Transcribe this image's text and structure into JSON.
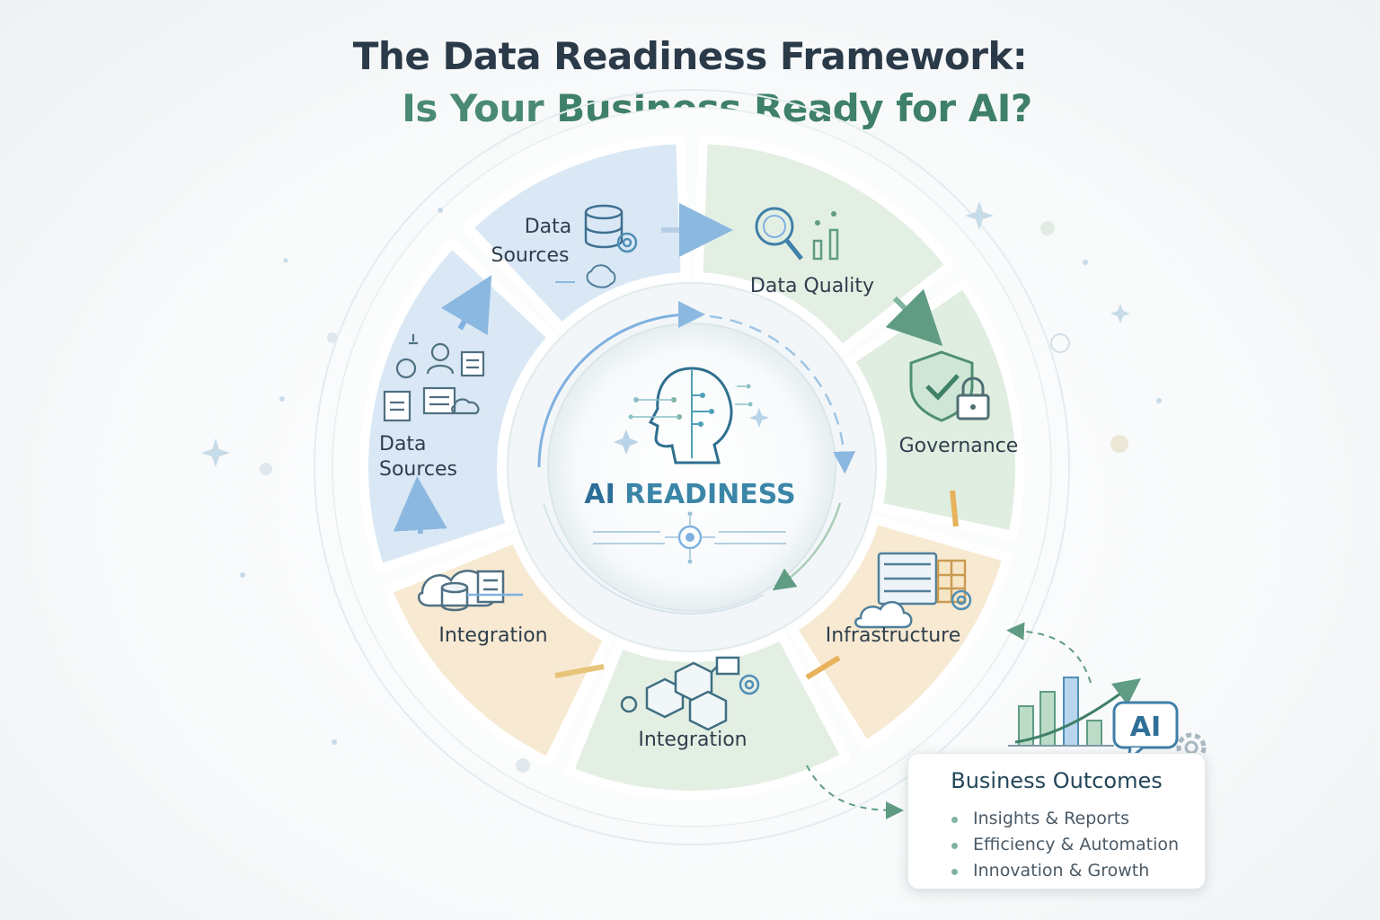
{
  "header": {
    "title_line1_a": "The ",
    "title_line1_b": "Data Readiness",
    "title_line1_c": " Framework:",
    "title_line2_a": "Is Your ",
    "title_line2_b": "Business Ready for AI?"
  },
  "segments": [
    {
      "id": "data-sources-top",
      "line1": "Data",
      "line2": "Sources",
      "color": "#cfe2f3"
    },
    {
      "id": "data-quality",
      "line1": "Data Quality",
      "line2": "",
      "color": "#dcebdc"
    },
    {
      "id": "governance",
      "line1": "Governance",
      "line2": "",
      "color": "#d6e9d7"
    },
    {
      "id": "infrastructure",
      "line1": "Infrastructure",
      "line2": "",
      "color": "#f6e3c4"
    },
    {
      "id": "integration-bottom",
      "line1": "Integration",
      "line2": "",
      "color": "#dcebdc"
    },
    {
      "id": "integration-left",
      "line1": "Integration",
      "line2": "",
      "color": "#f6e3c4"
    },
    {
      "id": "data-sources-left",
      "line1": "Data",
      "line2": "Sources",
      "color": "#cfe2f3"
    }
  ],
  "center": {
    "label_a": "AI ",
    "label_b": "READINESS"
  },
  "ai_badge": "AI",
  "outcomes": {
    "title": "Business Outcomes",
    "items": [
      "Insights & Reports",
      "Efficiency & Automation",
      "Innovation & Growth"
    ]
  },
  "colors": {
    "blue": "#5b9bd5",
    "green": "#7fb39f",
    "orange": "#e7b25a",
    "dark": "#2b3a48",
    "teal": "#2f7a8c"
  }
}
